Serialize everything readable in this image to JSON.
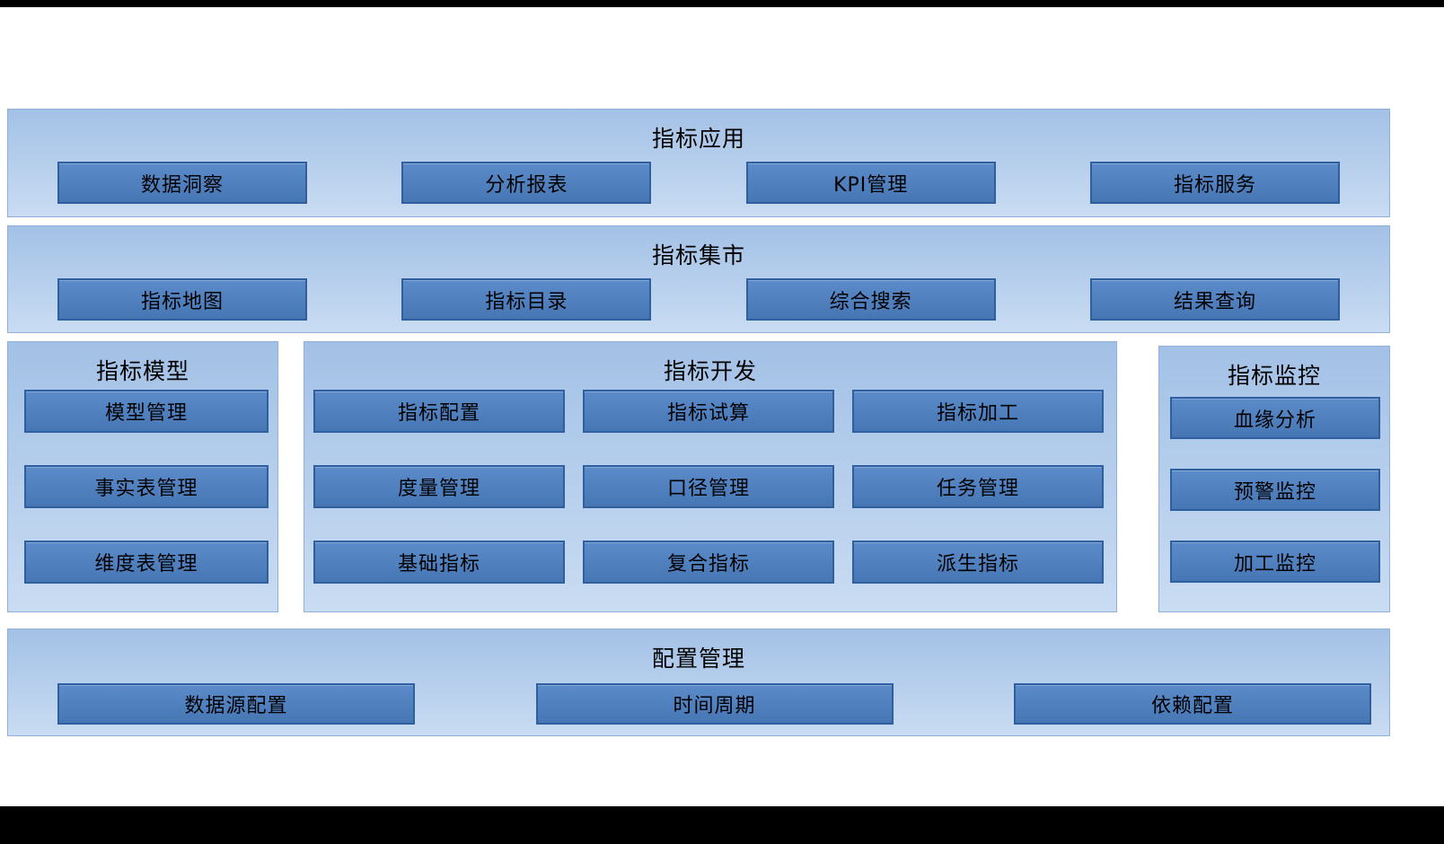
{
  "diagram": {
    "layers": {
      "application": {
        "title": "指标应用",
        "items": [
          "数据洞察",
          "分析报表",
          "KPI管理",
          "指标服务"
        ]
      },
      "market": {
        "title": "指标集市",
        "items": [
          "指标地图",
          "指标目录",
          "综合搜索",
          "结果查询"
        ]
      },
      "model": {
        "title": "指标模型",
        "items": [
          "模型管理",
          "事实表管理",
          "维度表管理"
        ]
      },
      "development": {
        "title": "指标开发",
        "items": [
          "指标配置",
          "指标试算",
          "指标加工",
          "度量管理",
          "口径管理",
          "任务管理",
          "基础指标",
          "复合指标",
          "派生指标"
        ]
      },
      "monitoring": {
        "title": "指标监控",
        "items": [
          "血缘分析",
          "预警监控",
          "加工监控"
        ]
      },
      "configuration": {
        "title": "配置管理",
        "items": [
          "数据源配置",
          "时间周期",
          "依赖配置"
        ]
      }
    }
  },
  "colors": {
    "panel_top": "#a3c1e6",
    "panel_bottom": "#c9dcf2",
    "panel_border": "#8fb0d8",
    "node_fill_top": "#5b8bc9",
    "node_fill_bottom": "#4676b4",
    "node_border": "#2f5f9e",
    "text": "#000000",
    "frame": "#000000"
  }
}
